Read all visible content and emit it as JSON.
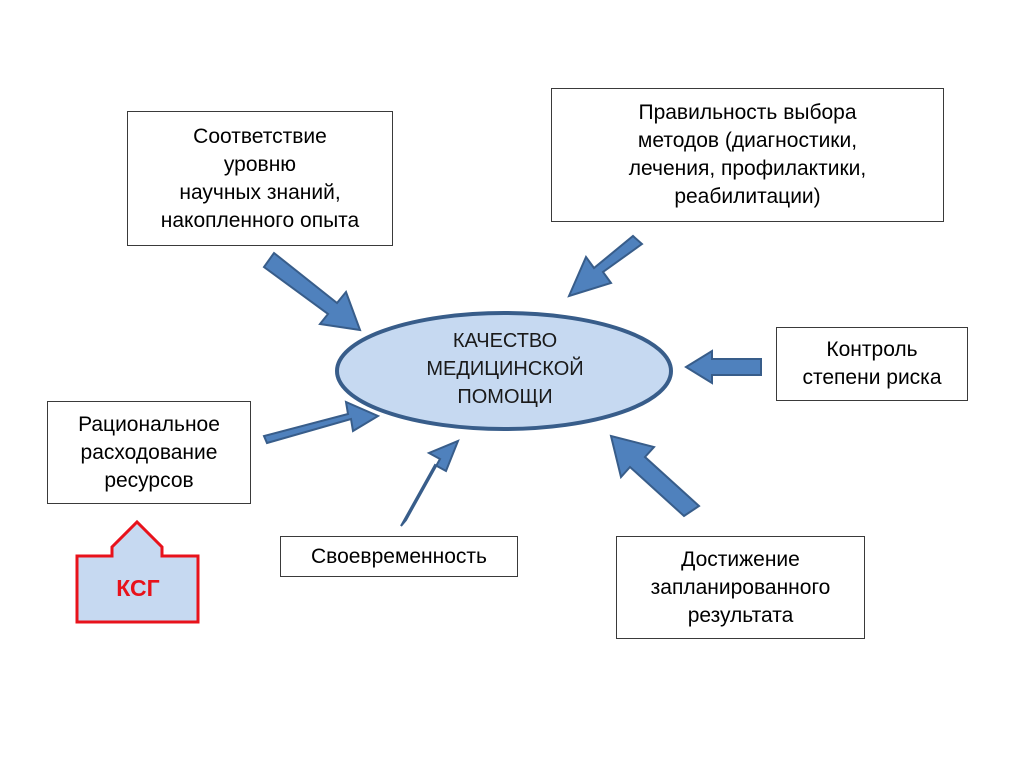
{
  "center": {
    "lines": [
      "КАЧЕСТВО",
      "МЕДИЦИНСКОЙ",
      "ПОМОЩИ"
    ]
  },
  "boxes": {
    "science": {
      "lines": [
        "Соответствие",
        "уровню",
        "научных знаний,",
        "накопленного опыта"
      ]
    },
    "methods": {
      "lines": [
        "Правильность выбора",
        "методов (диагностики,",
        "лечения, профилактики,",
        "реабилитации)"
      ]
    },
    "risk": {
      "lines": [
        "Контроль",
        "степени риска"
      ]
    },
    "resources": {
      "lines": [
        "Рациональное",
        "расходование",
        "ресурсов"
      ]
    },
    "timeliness": {
      "lines": [
        "Своевременность"
      ]
    },
    "result": {
      "lines": [
        "Достижение",
        "запланированного",
        "результата"
      ]
    }
  },
  "ksg": {
    "label": "КСГ"
  },
  "colors": {
    "arrow_fill": "#4f81bd",
    "arrow_stroke": "#385d8a",
    "ellipse_fill": "#c6d9f1",
    "ellipse_stroke": "#385d8a",
    "ksg_fill": "#c6d9f1",
    "ksg_stroke": "#e8121b"
  }
}
